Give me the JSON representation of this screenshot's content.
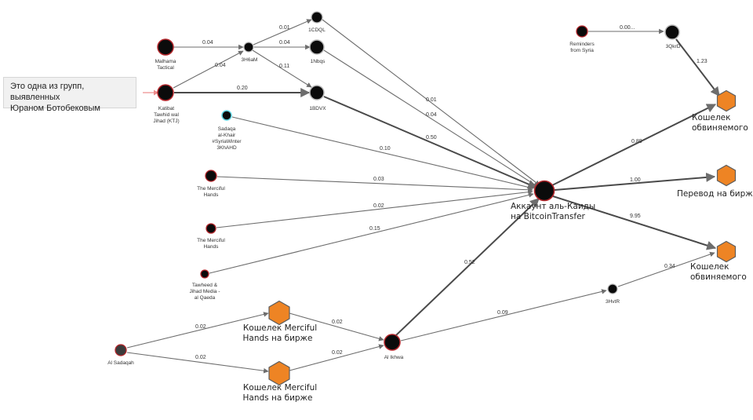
{
  "callout": {
    "line1": "Это одна из групп, выявленных",
    "line2": "Юраном Ботобековым"
  },
  "nodes": {
    "malhama": [
      "Malhama",
      "Tactical"
    ],
    "katibat": [
      "Katibat",
      "Tawhid wal",
      "Jihad (KTJ)"
    ],
    "sadaqa": [
      "Sadaqa",
      "al-Khair",
      "#SyriaWinter",
      "3KhAHD"
    ],
    "merciful1": [
      "The Merciful",
      "Hands"
    ],
    "merciful2": [
      "The Merciful",
      "Hands"
    ],
    "tawheed": [
      "Tawheed &",
      "Jihad Media -",
      "al Qaeda"
    ],
    "alsadaqah": [
      "Al Sadaqah"
    ],
    "n3h6am": [
      "3H6aM"
    ],
    "n1cdql": [
      "1CDQL"
    ],
    "n1nbqs": [
      "1Nbqs"
    ],
    "n1bdvx": [
      "1BDVX"
    ],
    "reminders": [
      "Reminders",
      "from Syria"
    ],
    "n3qkrd": [
      "3QkrD"
    ],
    "alqaeda": [
      "Аккаунт аль-Каиды",
      "на BitcoinTransfer"
    ],
    "wallet1": [
      "Кошелек",
      "обвиняемого"
    ],
    "exchange": [
      "Перевод на биржу"
    ],
    "wallet2": [
      "Кошелек",
      "обвиняемого"
    ],
    "n3hvtr": [
      "3HvtR"
    ],
    "alikhwa": [
      "Al Ikhwa"
    ],
    "mhex1": [
      "Кошелек Merciful",
      "Hands на бирже"
    ],
    "mhex2": [
      "Кошелек Merciful",
      "Hands на бирже"
    ]
  },
  "edges": {
    "malhama_3h6am": "0.04",
    "katibat_3h6am": "0.04",
    "katibat_1bdvx": "0.20",
    "e3h6am_1cdql": "0.01",
    "e3h6am_1nbqs": "0.04",
    "e3h6am_1bdvx": "0.11",
    "e1cdql_aq": "0.01",
    "e1nbqs_aq": "0.04",
    "e1bdvx_aq": "0.50",
    "sadaqa_aq": "0.10",
    "merciful1_aq": "0.03",
    "merciful2_aq": "0.02",
    "tawheed_aq": "0.15",
    "alikhwa_aq": "0.52",
    "reminders_3qkrd": "0.00...",
    "e3qkrd_wallet1": "1.23",
    "aq_wallet1": "0.89",
    "aq_exchange": "1.00",
    "aq_wallet2": "9.95",
    "e3hvtr_wallet2": "0.34",
    "alikhwa_3hvtr": "0.09",
    "alsadaqah_mhex1": "0.02",
    "alsadaqah_mhex2": "0.02",
    "mhex1_alikhwa": "0.02",
    "mhex2_alikhwa": "0.02"
  },
  "colors": {
    "node_fill": "#0b0b0b",
    "node_ring_red": "#b3262b",
    "node_ring_grey": "#b9b9b9",
    "node_ring_cyan": "#5fd3e0",
    "hex_fill": "#ee8424",
    "hex_stroke": "#5e5e5e",
    "arrow_pink": "#ec8a8a"
  },
  "icons": {
    "callout_pointer": "arrow-right-icon"
  }
}
